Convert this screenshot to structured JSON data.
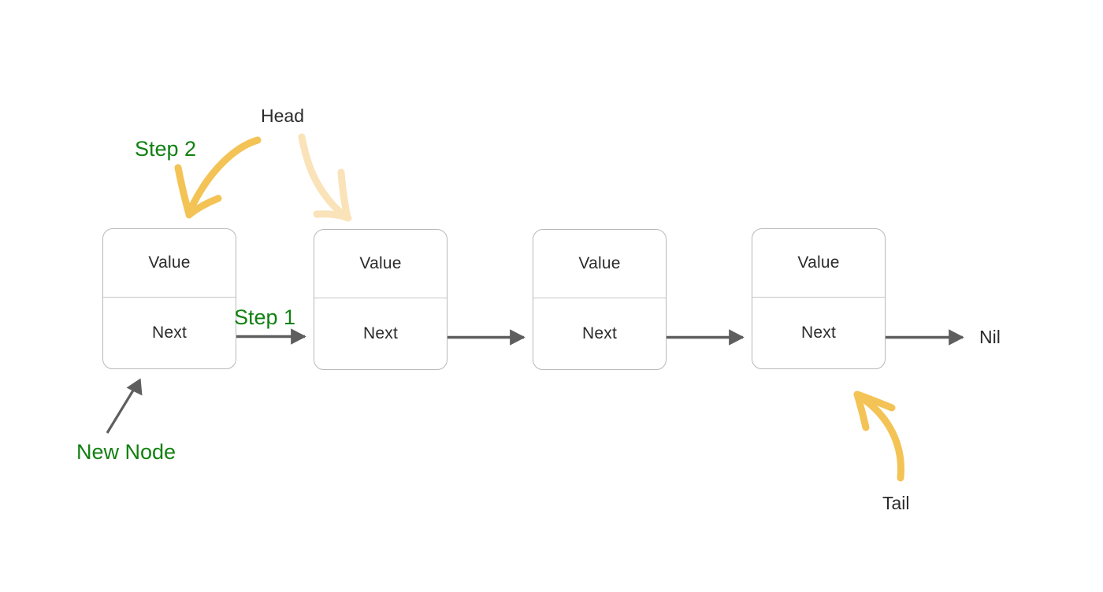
{
  "diagram": {
    "title_text_color": "#2b2b2b",
    "colors": {
      "green": "#128012",
      "gold": "#f3c356",
      "cream": "#fae2b9",
      "gray_arrow": "#5e5e5e",
      "node_border": "#b9b9b9",
      "background": "#ffffff"
    },
    "nodes": [
      {
        "value_label": "Value",
        "next_label": "Next"
      },
      {
        "value_label": "Value",
        "next_label": "Next"
      },
      {
        "value_label": "Value",
        "next_label": "Next"
      },
      {
        "value_label": "Value",
        "next_label": "Next"
      }
    ],
    "labels": {
      "head": "Head",
      "tail": "Tail",
      "nil": "Nil",
      "new_node": "New Node",
      "step_one": "Step 1",
      "step_two": "Step 2"
    },
    "annotations": [
      {
        "name": "head-pointer",
        "text": "Head",
        "arrow": "curved-cream-arrow-down-right",
        "target": "node-2"
      },
      {
        "name": "tail-pointer",
        "text": "Tail",
        "arrow": "curved-gold-arrow-up-left",
        "target": "node-4"
      },
      {
        "name": "new-node-pointer",
        "text": "New Node",
        "arrow": "straight-gray-arrow-up-right",
        "target": "node-1"
      },
      {
        "name": "step-2-pointer",
        "text": "Step 2",
        "arrow": "curved-gold-arrow-down-left",
        "target": "node-1"
      },
      {
        "name": "step-1-pointer",
        "text": "Step 1",
        "arrow": "straight-gray-arrow-right",
        "target": "node-1-next-to-node-2"
      }
    ],
    "links": [
      {
        "from": "node-1-next",
        "to": "node-2"
      },
      {
        "from": "node-2-next",
        "to": "node-3"
      },
      {
        "from": "node-3-next",
        "to": "node-4"
      },
      {
        "from": "node-4-next",
        "to": "nil"
      }
    ]
  }
}
